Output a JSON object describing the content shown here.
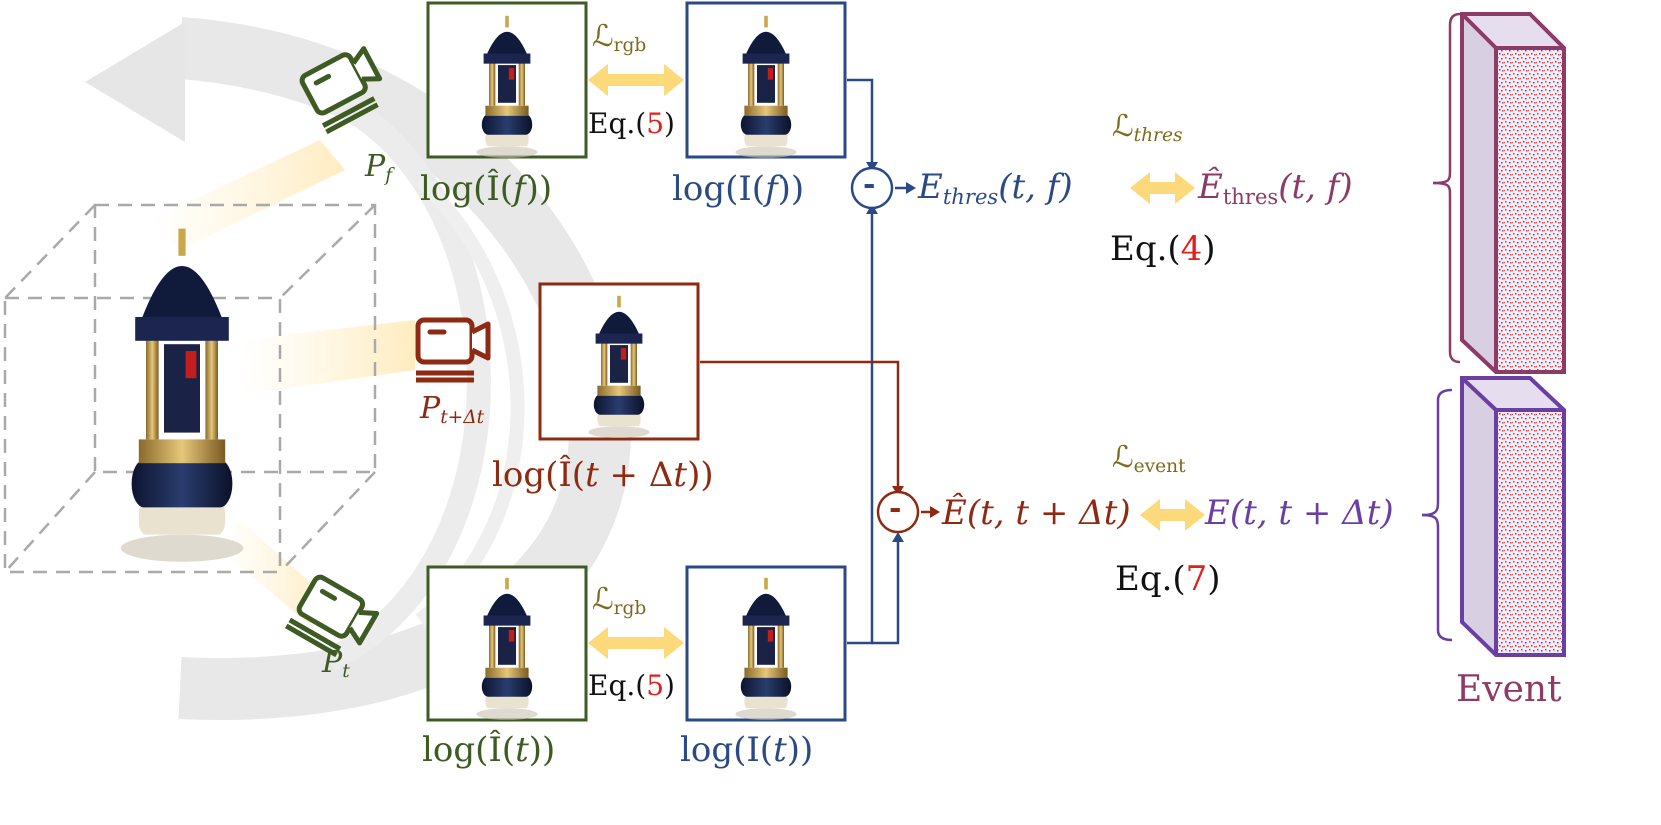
{
  "colors": {
    "green": "#3d5b22",
    "navy": "#2b4a85",
    "rust": "#8e2a12",
    "plum": "#8e3a66",
    "purple": "#6b3ea4",
    "olive": "#7d6a1c",
    "arrow_yellow": "#fcd97a",
    "eq_red": "#e0201d"
  },
  "icons": {
    "object": "music-box-gazebo",
    "cameras": "camera-icon",
    "event_volume": "event-volume-icon"
  },
  "cameras": {
    "pf": {
      "main": "P",
      "sub": "f"
    },
    "ptdt": {
      "main": "P",
      "sub": "t+Δt"
    },
    "pt": {
      "main": "P",
      "sub": "t"
    }
  },
  "render_labels": {
    "log_ihat_f": {
      "pre": "log(Î(",
      "var": "f",
      "post": "))"
    },
    "log_i_f": {
      "pre": "log(I(",
      "var": "f",
      "post": "))"
    },
    "log_ihat_tdt": {
      "pre": "log(Î(",
      "var": "t",
      "mid": " + Δ",
      "var2": "t",
      "post": "))"
    },
    "log_ihat_t": {
      "pre": "log(Î(",
      "var": "t",
      "post": "))"
    },
    "log_i_t": {
      "pre": "log(I(",
      "var": "t",
      "post": "))"
    }
  },
  "losses": {
    "rgb_top": {
      "symbol": "ℒ",
      "sub": "rgb"
    },
    "rgb_bottom": {
      "symbol": "ℒ",
      "sub": "rgb"
    },
    "thres": {
      "symbol": "ℒ",
      "sub": "thres"
    },
    "event": {
      "symbol": "ℒ",
      "sub": "event"
    }
  },
  "equations": {
    "eq5_top": {
      "pre": "Eq.(",
      "num": "5",
      "post": ")"
    },
    "eq5_bottom": {
      "pre": "Eq.(",
      "num": "5",
      "post": ")"
    },
    "eq4": {
      "pre": "Eq.(",
      "num": "4",
      "post": ")"
    },
    "eq7": {
      "pre": "Eq.(",
      "num": "7",
      "post": ")"
    }
  },
  "operators": {
    "minus_top": "-",
    "minus_bottom": "-"
  },
  "event_terms": {
    "e_thres": {
      "sym": "E",
      "sub": "thres",
      "args": "(t, f)"
    },
    "ehat_thres": {
      "sym": "Ê",
      "sub": "thres",
      "args": "(t, f)"
    },
    "ehat_event": {
      "sym": "Ê",
      "args": "(t, t + Δt)"
    },
    "e_event": {
      "sym": "E",
      "args": "(t, t + Δt)"
    }
  },
  "event_label": "Event"
}
